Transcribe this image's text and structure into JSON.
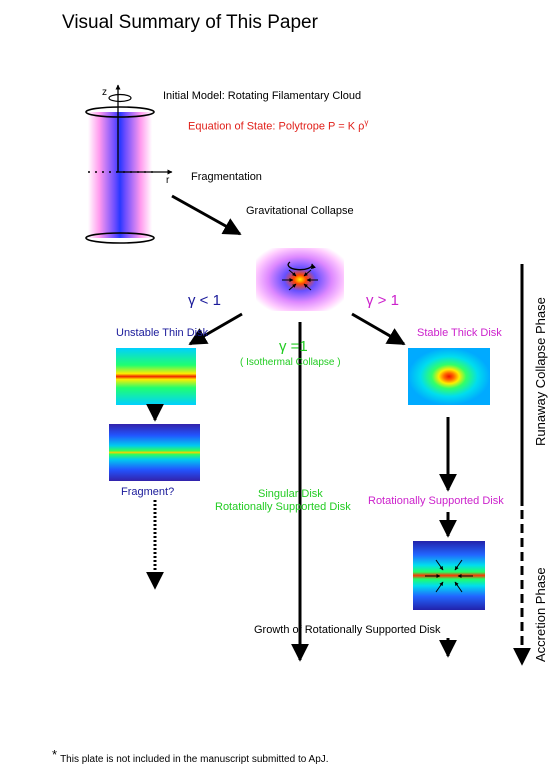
{
  "title": "Visual Summary of This Paper",
  "initial_model": "Initial Model: Rotating Filamentary Cloud",
  "equation_of_state": "Equation of State: Polytrope P = K ρ",
  "gamma_superscript": "γ",
  "axis_z": "z",
  "axis_r": "r",
  "fragmentation": "Fragmentation",
  "gravitational_collapse": "Gravitational Collapse",
  "gamma_lt": "γ < 1",
  "gamma_gt": "γ > 1",
  "gamma_eq": "γ =1",
  "isothermal": "( Isothermal Collapse )",
  "unstable_thin_disk": "Unstable Thin Disk",
  "stable_thick_disk": "Stable Thick Disk",
  "fragment": "Fragment?",
  "singular_disk_line1": "Singular Disk",
  "singular_disk_line2": "Rotationally Supported Disk",
  "rot_supported_disk": "Rotationally Supported Disk",
  "growth": "Growth of Rotationally Supported Disk",
  "runaway_phase": "Runaway Collapse Phase",
  "accretion_phase": "Accretion  Phase",
  "footnote_star": "*",
  "footnote": "This plate is not included in the manuscript submitted to ApJ.",
  "colors": {
    "red_text": "#e0201a",
    "blue_text": "#1a1a9a",
    "green_text": "#22cc22",
    "magenta_text": "#cc22cc"
  }
}
